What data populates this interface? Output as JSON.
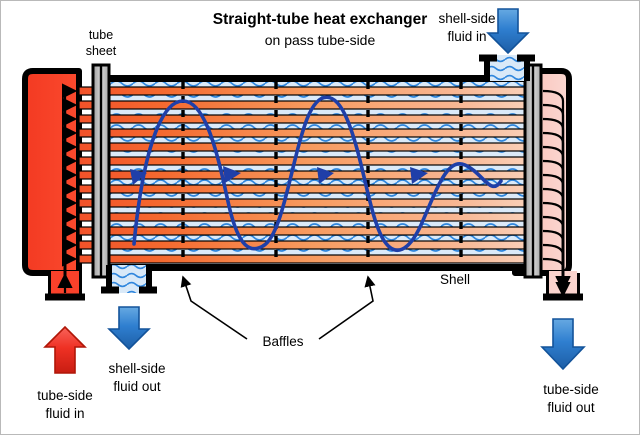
{
  "figure": {
    "title": "Straight-tube heat exchanger",
    "subtitle": "on pass tube-side",
    "background_color": "#ffffff",
    "border_color": "#b9b9b9"
  },
  "labels": {
    "tube_sheet_line1": "tube",
    "tube_sheet_line2": "sheet",
    "shell_side_in_line1": "shell-side",
    "shell_side_in_line2": "fluid in",
    "shell_side_out_line1": "shell-side",
    "shell_side_out_line2": "fluid out",
    "tube_side_in_line1": "tube-side",
    "tube_side_in_line2": "fluid in",
    "tube_side_out_line1": "tube-side",
    "tube_side_out_line2": "fluid out",
    "shell": "Shell",
    "baffles": "Baffles"
  },
  "colors": {
    "hot_fluid": "#fa3c28",
    "hot_fluid_dark": "#e12a16",
    "cold_fluid": "#f9c3bc",
    "cold_fluid_light": "#fbd5d0",
    "tube_hot": "#f4622c",
    "tube_cold": "#f6b289",
    "shell_water": "#2a7fd4",
    "shell_water_light": "#cfe4f7",
    "flow_path": "#1f3fa8",
    "arrow_blue": "#2f7fd0",
    "arrow_red": "#ef3124",
    "outline": "#000000",
    "tube_sheet": "#b5b5b5"
  },
  "geometry": {
    "tube_rows": 13,
    "baffles_count": 4,
    "baffle_x_positions": [
      182,
      275,
      367,
      460
    ],
    "flow_arrow_count": 4
  },
  "icons": {
    "shell_in_arrow": "down-arrow-blue",
    "shell_out_arrow": "down-arrow-blue",
    "tube_in_arrow": "up-arrow-red",
    "tube_out_arrow": "down-arrow-blue"
  }
}
